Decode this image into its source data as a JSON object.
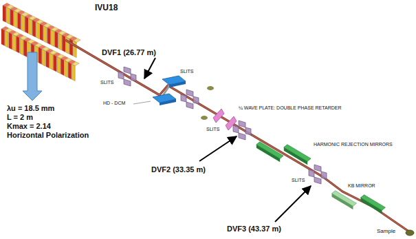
{
  "diagram": {
    "labels": [
      "IVU18",
      "λu = 18.5 mm",
      "L = 2 m",
      "Kmax = 2.14",
      "Horizontal Polarization",
      "DVF1 (26.77 m)",
      "SLITS",
      "HD - DCM",
      "SLITS",
      "¼ WAVE PLATE: DOUBLE PHASE RETARDER",
      "SLITS",
      "DVF2 (33.35 m)",
      "HARMONIC REJECTION MIRRORS",
      "SLITS",
      "KB MIRROR",
      "DVF3 (43.37 m)",
      "Sample"
    ]
  }
}
